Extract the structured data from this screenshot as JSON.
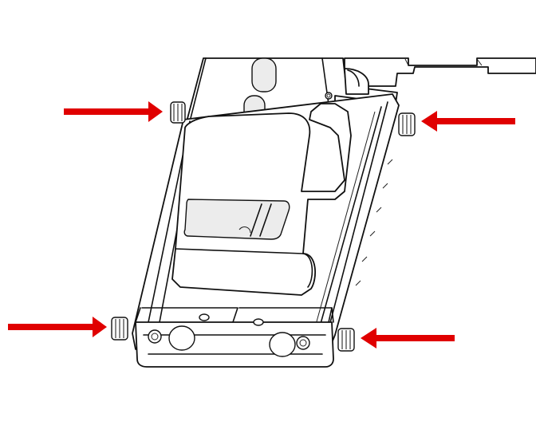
{
  "figure": {
    "subject": "mount-bracket-with-four-thumb-screws",
    "arrow_color": "#e00000",
    "line_color": "#111111",
    "background": "#ffffff",
    "callouts": [
      {
        "id": "top-left",
        "points": "right"
      },
      {
        "id": "top-right",
        "points": "left"
      },
      {
        "id": "bottom-left",
        "points": "right"
      },
      {
        "id": "bottom-right",
        "points": "left"
      }
    ]
  }
}
